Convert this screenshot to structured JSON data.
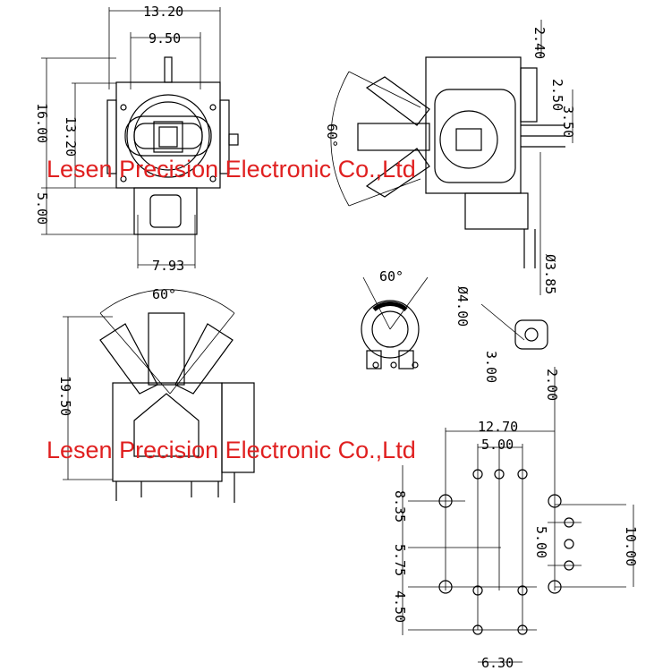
{
  "watermark": {
    "text": "Lesen Precision Electronic Co.,Ltd",
    "color": "#e02020"
  },
  "top_view": {
    "dims": {
      "width_outer": "13.20",
      "width_inner": "9.50",
      "height_outer": "16.00",
      "height_inner": "13.20",
      "bottom_extension": "5.00",
      "bottom_width": "7.93"
    }
  },
  "side_view": {
    "dims": {
      "angle": "60°",
      "top_offset": "2.40",
      "right_a": "2.50",
      "right_b": "3.50",
      "shaft_dia": "Ø3.85"
    }
  },
  "front_view": {
    "dims": {
      "angle": "60°",
      "height": "19.50"
    }
  },
  "detail_view": {
    "dims": {
      "angle": "60°",
      "hole_dia": "Ø4.00",
      "shaft_size": "3.00"
    }
  },
  "pcb_layout": {
    "dims": {
      "offset_top": "2.00",
      "pitch_a": "12.70",
      "pitch_b": "5.00",
      "span_left_a": "8.35",
      "span_left_b": "5.75",
      "span_left_c": "4.50",
      "span_right_a": "5.00",
      "span_right_b": "10.00",
      "bottom_width": "6.30"
    }
  }
}
